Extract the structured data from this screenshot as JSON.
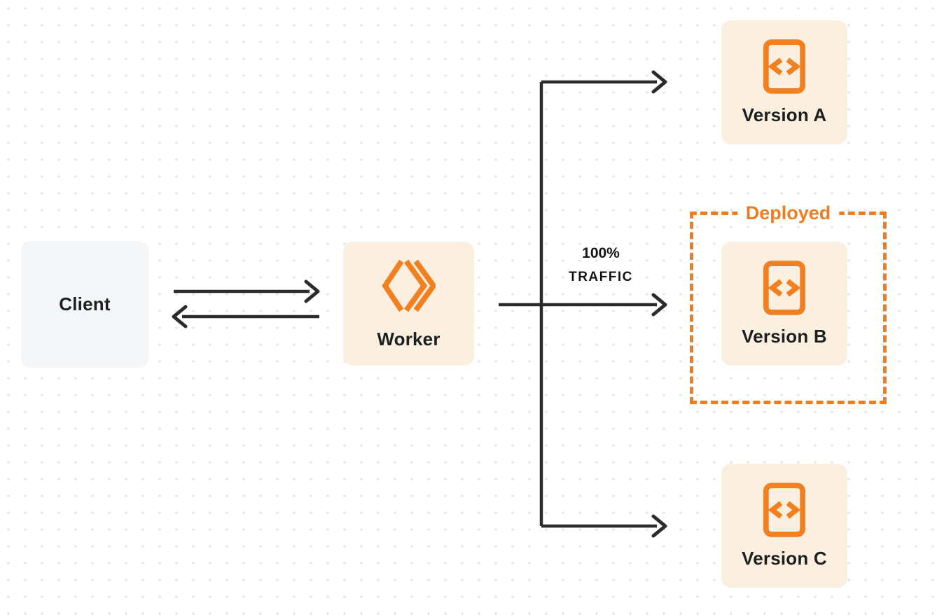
{
  "colors": {
    "accent_orange": "#EE7D22",
    "icon_orange": "#F28021",
    "node_cream": "#FBF0E0",
    "client_gray": "#F5F6F7",
    "line_dark": "#2B2B2B",
    "text_dark": "#1D1F21",
    "dot_grid": "#E5E5E5"
  },
  "nodes": {
    "client": {
      "label": "Client"
    },
    "worker": {
      "label": "Worker",
      "icon": "worker-chevrons-icon"
    },
    "version_a": {
      "label": "Version A",
      "icon": "code-file-icon"
    },
    "version_b": {
      "label": "Version B",
      "icon": "code-file-icon"
    },
    "version_c": {
      "label": "Version C",
      "icon": "code-file-icon"
    }
  },
  "annotations": {
    "deployed_label": "Deployed",
    "traffic_line1": "100%",
    "traffic_line2": "TRAFFIC"
  },
  "edges": [
    {
      "from": "client",
      "to": "worker",
      "style": "arrow-right"
    },
    {
      "from": "worker",
      "to": "client",
      "style": "arrow-left"
    },
    {
      "from": "worker",
      "to": "version_a",
      "style": "arrow-right"
    },
    {
      "from": "worker",
      "to": "version_b",
      "style": "arrow-right",
      "label": "100% TRAFFIC"
    },
    {
      "from": "worker",
      "to": "version_c",
      "style": "arrow-right"
    }
  ]
}
